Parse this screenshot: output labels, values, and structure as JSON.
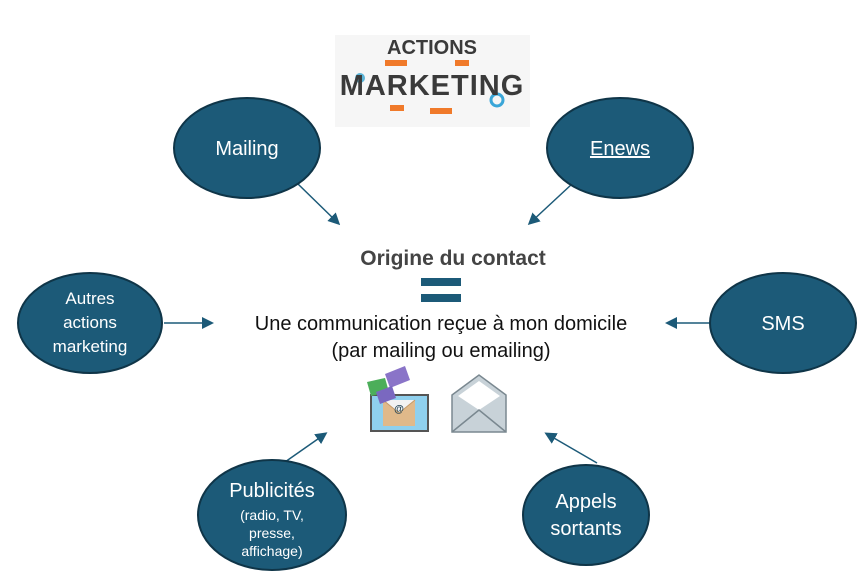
{
  "logo": {
    "line1": "ACTIONS",
    "line2": "MARKETING"
  },
  "center": {
    "title": "Origine du contact",
    "line1": "Une communication reçue à mon domicile",
    "line2": "(par mailing ou emailing)"
  },
  "nodes": {
    "mailing": "Mailing",
    "enews": "Enews",
    "autres": [
      "Autres",
      "actions",
      "marketing"
    ],
    "sms": "SMS",
    "publicites": {
      "title": "Publicités",
      "sub": [
        "(radio, TV,",
        "presse,",
        "affichage)"
      ]
    },
    "appels": [
      "Appels",
      "sortants"
    ]
  },
  "colors": {
    "node": "#1c5a78",
    "title": "#444444"
  }
}
